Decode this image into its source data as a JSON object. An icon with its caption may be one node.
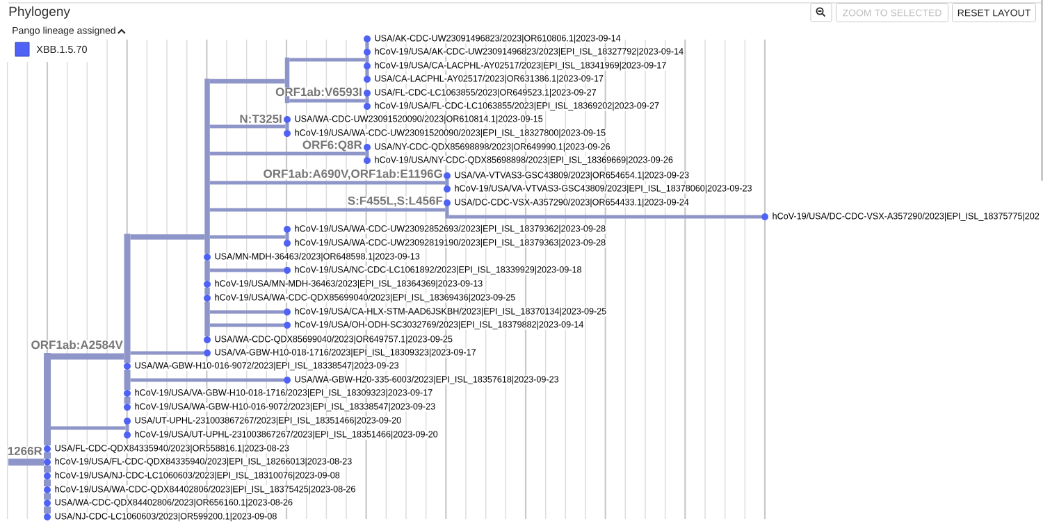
{
  "diagram": {
    "title": "Phylogeny",
    "nodes": [
      {
        "text": [
          "USA/AK-CDC-UW23091496823/2023|OR610806.1|2023-09-14"
        ]
      },
      {
        "text": [
          "hCoV-19/USA/AK-CDC-UW23091496823/2023|EPI_ISL_18327792|2023-09-14"
        ]
      },
      {
        "text": [
          "hCoV-19/USA/CA-LACPHL-AY02517/2023|EPI_ISL_18341969|2023-09-17"
        ]
      },
      {
        "text": [
          "USA/CA-LACPHL-AY02517/2023|OR631386.1|2023-09-17"
        ]
      },
      {
        "text": [
          "USA/FL-CDC-LC1063855/2023|OR649523.1|2023-09-27"
        ]
      },
      {
        "text": [
          "hCoV-19/USA/FL-CDC-LC1063855/2023|EPI_ISL_18369202|2023-09-27"
        ]
      },
      {
        "text": [
          "USA/WA-CDC-UW23091520090/2023|OR610814.1|2023-09-15"
        ]
      },
      {
        "text": [
          "hCoV-19/USA/WA-CDC-UW23091520090/2023|EPI_ISL_18327800|2023-09-15"
        ]
      },
      {
        "text": [
          "USA/NY-CDC-QDX85698898/2023|OR649990.1|2023-09-26"
        ]
      },
      {
        "text": [
          "hCoV-19/USA/NY-CDC-QDX85698898/2023|EPI_ISL_18369669|2023-09-26"
        ]
      },
      {
        "text": [
          "USA/VA-VTVAS3-GSC43809/2023|OR654654.1|2023-09-23"
        ]
      },
      {
        "text": [
          "hCoV-19/USA/VA-VTVAS3-GSC43809/2023|EPI_ISL_18378060|2023-09-23"
        ]
      },
      {
        "text": [
          "USA/DC-CDC-VSX-A357290/2023|OR654433.1|2023-09-24"
        ]
      },
      {
        "text": [
          "hCoV-19/USA/DC-CDC-VSX-A357290/2023|EPI_ISL_18375775|202"
        ]
      },
      {
        "text": [
          "hCoV-19/USA/WA-CDC-UW23092852693/2023|EPI_ISL_18379362|2023-09-28"
        ]
      },
      {
        "text": [
          "hCoV-19/USA/WA-CDC-UW23092819190/2023|EPI_ISL_18379363|2023-09-28"
        ]
      },
      {
        "text": [
          "USA/MN-MDH-36463/2023|OR648598.1|2023-09-13"
        ]
      },
      {
        "text": [
          "hCoV-19/USA/NC-CDC-LC1061892/2023|EPI_ISL_18339929|2023-09-18"
        ]
      },
      {
        "text": [
          "hCoV-19/USA/MN-MDH-36463/2023|EPI_ISL_18364369|2023-09-13"
        ]
      },
      {
        "text": [
          "hCoV-19/USA/WA-CDC-QDX85699040/2023|EPI_ISL_18369436|2023-09-25"
        ]
      },
      {
        "text": [
          "hCoV-19/USA/CA-HLX-STM-AAD6JSKBH/2023|EPI_ISL_18370134|2023-09-25"
        ]
      },
      {
        "text": [
          "hCoV-19/USA/OH-ODH-SC3032769/2023|EPI_ISL_18379882|2023-09-14"
        ]
      },
      {
        "text": [
          "USA/WA-CDC-QDX85699040/2023|OR649757.1|2023-09-25"
        ]
      },
      {
        "text": [
          "USA/VA-GBW-H10-018-1716/2023|EPI_ISL_18309323|2023-09-17"
        ]
      },
      {
        "text": [
          "USA/WA-GBW-H10-016-9072/2023|EPI_ISL_18338547|2023-09-23"
        ]
      },
      {
        "text": [
          "USA/WA-GBW-H20-335-6003/2023|EPI_ISL_18357618|2023-09-23"
        ]
      },
      {
        "text": [
          "hCoV-19/USA/VA-GBW-H10-018-1716/2023|EPI_ISL_18309323|2023-09-17"
        ]
      },
      {
        "text": [
          "hCoV-19/USA/WA-GBW-H10-016-9072/2023|EPI_ISL_18338547|2023-09-23"
        ]
      },
      {
        "text": [
          "USA/UT-UPHL-231003867267/2023|EPI_ISL_18351466|2023-09-20"
        ]
      },
      {
        "text": [
          "hCoV-19/USA/UT-UPHL-231003867267/2023|EPI_ISL_18351466|2023-09-20"
        ]
      },
      {
        "text": [
          "1266R"
        ]
      },
      {
        "text": [
          "USA/FL-CDC-QDX84335940/2023|OR558816.1|2023-08-23"
        ]
      },
      {
        "text": [
          "hCoV-19/USA/FL-CDC-QDX84335940/2023|EPI_ISL_18266013|2023-08-23"
        ]
      },
      {
        "text": [
          "hCoV-19/USA/NJ-CDC-LC1060603/2023|EPI_ISL_18310076|2023-09-08"
        ]
      },
      {
        "text": [
          "hCoV-19/USA/WA-CDC-QDX84402806/2023|EPI_ISL_18375425|2023-08-26"
        ]
      },
      {
        "text": [
          "USA/WA-CDC-QDX84402806/2023|OR656160.1|2023-08-26"
        ]
      },
      {
        "text": [
          "USA/NJ-CDC-LC1060603/2023|OR599200.1|2023-09-08"
        ]
      }
    ],
    "edges": [
      {
        "from": 30,
        "to": 0,
        "arrow": "none"
      },
      {
        "from": 30,
        "to": 1,
        "arrow": "none"
      },
      {
        "from": 30,
        "to": 2,
        "arrow": "none"
      },
      {
        "from": 30,
        "to": 3,
        "arrow": "none"
      },
      {
        "from": 30,
        "to": 4,
        "arrow": "none"
      },
      {
        "from": 30,
        "to": 5,
        "arrow": "none"
      },
      {
        "from": 30,
        "to": 6,
        "arrow": "none"
      },
      {
        "from": 30,
        "to": 7,
        "arrow": "none"
      },
      {
        "from": 30,
        "to": 8,
        "arrow": "none"
      },
      {
        "from": 30,
        "to": 9,
        "arrow": "none"
      },
      {
        "from": 30,
        "to": 10,
        "arrow": "none"
      },
      {
        "from": 30,
        "to": 11,
        "arrow": "none"
      },
      {
        "from": 30,
        "to": 12,
        "arrow": "none"
      },
      {
        "from": 30,
        "to": 13,
        "arrow": "none"
      },
      {
        "from": 30,
        "to": 14,
        "arrow": "none"
      },
      {
        "from": 30,
        "to": 15,
        "arrow": "none"
      },
      {
        "from": 30,
        "to": 16,
        "arrow": "none"
      },
      {
        "from": 30,
        "to": 17,
        "arrow": "none"
      },
      {
        "from": 30,
        "to": 18,
        "arrow": "none"
      },
      {
        "from": 30,
        "to": 19,
        "arrow": "none"
      },
      {
        "from": 30,
        "to": 20,
        "arrow": "none"
      },
      {
        "from": 30,
        "to": 21,
        "arrow": "none"
      },
      {
        "from": 30,
        "to": 22,
        "arrow": "none"
      },
      {
        "from": 30,
        "to": 23,
        "arrow": "none"
      },
      {
        "from": 30,
        "to": 24,
        "arrow": "none"
      },
      {
        "from": 30,
        "to": 25,
        "arrow": "none"
      },
      {
        "from": 30,
        "to": 26,
        "arrow": "none"
      },
      {
        "from": 30,
        "to": 27,
        "arrow": "none"
      },
      {
        "from": 30,
        "to": 28,
        "arrow": "none"
      },
      {
        "from": 30,
        "to": 29,
        "arrow": "none"
      },
      {
        "from": 30,
        "to": 31,
        "arrow": "none"
      },
      {
        "from": 30,
        "to": 32,
        "arrow": "none"
      },
      {
        "from": 30,
        "to": 33,
        "arrow": "none"
      },
      {
        "from": 30,
        "to": 34,
        "arrow": "none"
      },
      {
        "from": 30,
        "to": 35,
        "arrow": "none"
      },
      {
        "from": 30,
        "to": 36,
        "arrow": "none"
      }
    ],
    "labels": [
      "ZOOM TO SELECTED",
      "RESET LAYOUT",
      "Pango lineage assigned",
      "ORF1ab:V6593I",
      "N:T325I",
      "ORF6:Q8R",
      "ORF1ab:A690V,ORF1ab:E1196G",
      "S:F455L,S:L456F",
      "ORF1ab:A2584V"
    ],
    "legend": [
      {
        "text": "XBB.1.5.70",
        "color": "#4f62f5"
      }
    ]
  }
}
